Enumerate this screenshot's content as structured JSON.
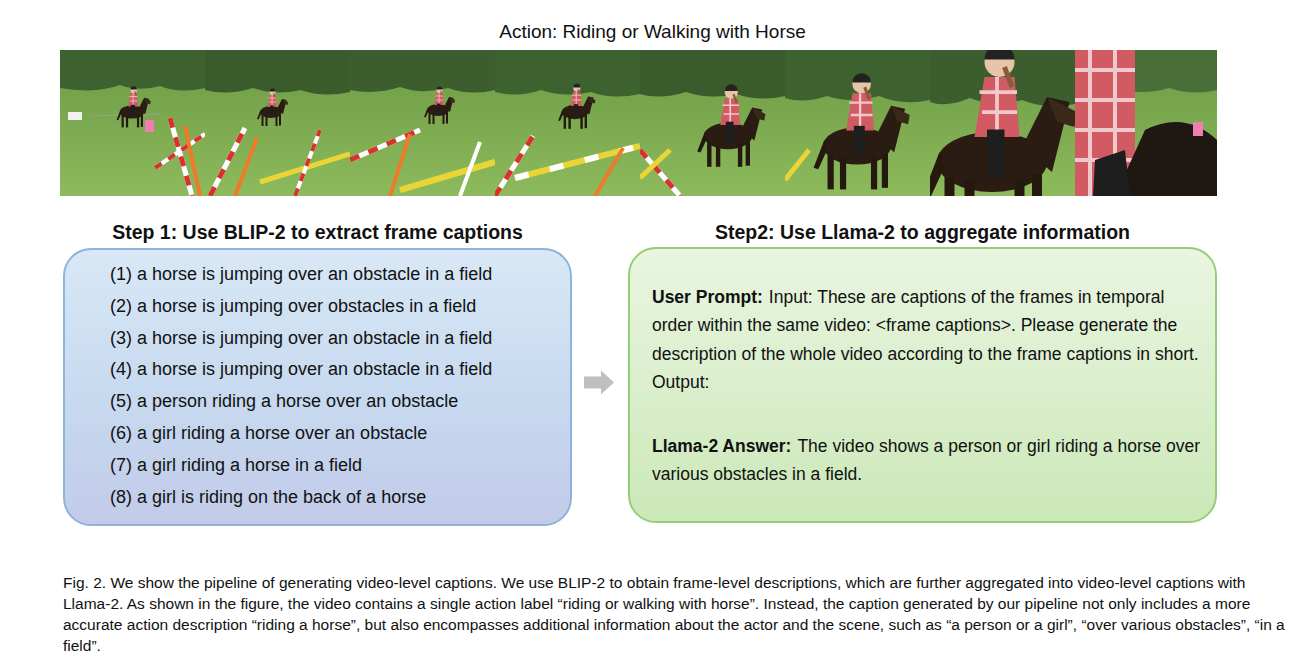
{
  "diagram": {
    "title": "Action: Riding or Walking with Horse",
    "nodes": [
      {
        "text": [
          "Step 1: Use BLIP-2 to extract frame captions",
          "(1) a horse is jumping over an obstacle in a field",
          "(2) a horse is jumping over obstacles in a field",
          "(3) a horse is jumping over an obstacle in a field",
          "(4) a horse is jumping over an obstacle in a field",
          "(5) a person riding a horse over an obstacle",
          "(6) a girl riding a horse over an obstacle",
          "(7) a girl riding a horse in a field",
          "(8) a girl is riding on the back of a horse"
        ]
      },
      {
        "text": [
          "Step2: Use Llama-2 to aggregate information",
          "User Prompt:",
          "Input: These are captions of the frames in temporal order within the same video: <frame captions>. Please generate the description of the whole video according to the frame captions in short. Output:",
          "Llama-2 Answer:",
          "The video shows a person or girl riding a horse over various obstacles in a field."
        ]
      }
    ],
    "edges": [
      {
        "from": 0,
        "to": 1,
        "arrow": "to"
      }
    ],
    "caption": "Fig. 2. We show the pipeline of generating video-level captions. We use BLIP-2 to obtain frame-level descriptions, which are further aggregated into video-level captions with Llama-2. As shown in the figure, the video contains a single action label “riding or walking with horse”. Instead, the caption generated by our pipeline not only includes a more accurate action description “riding a horse”, but also encompasses additional information about the actor and the scene, such as “a person or a girl”, “over various obstacles”, “in a field”."
  }
}
